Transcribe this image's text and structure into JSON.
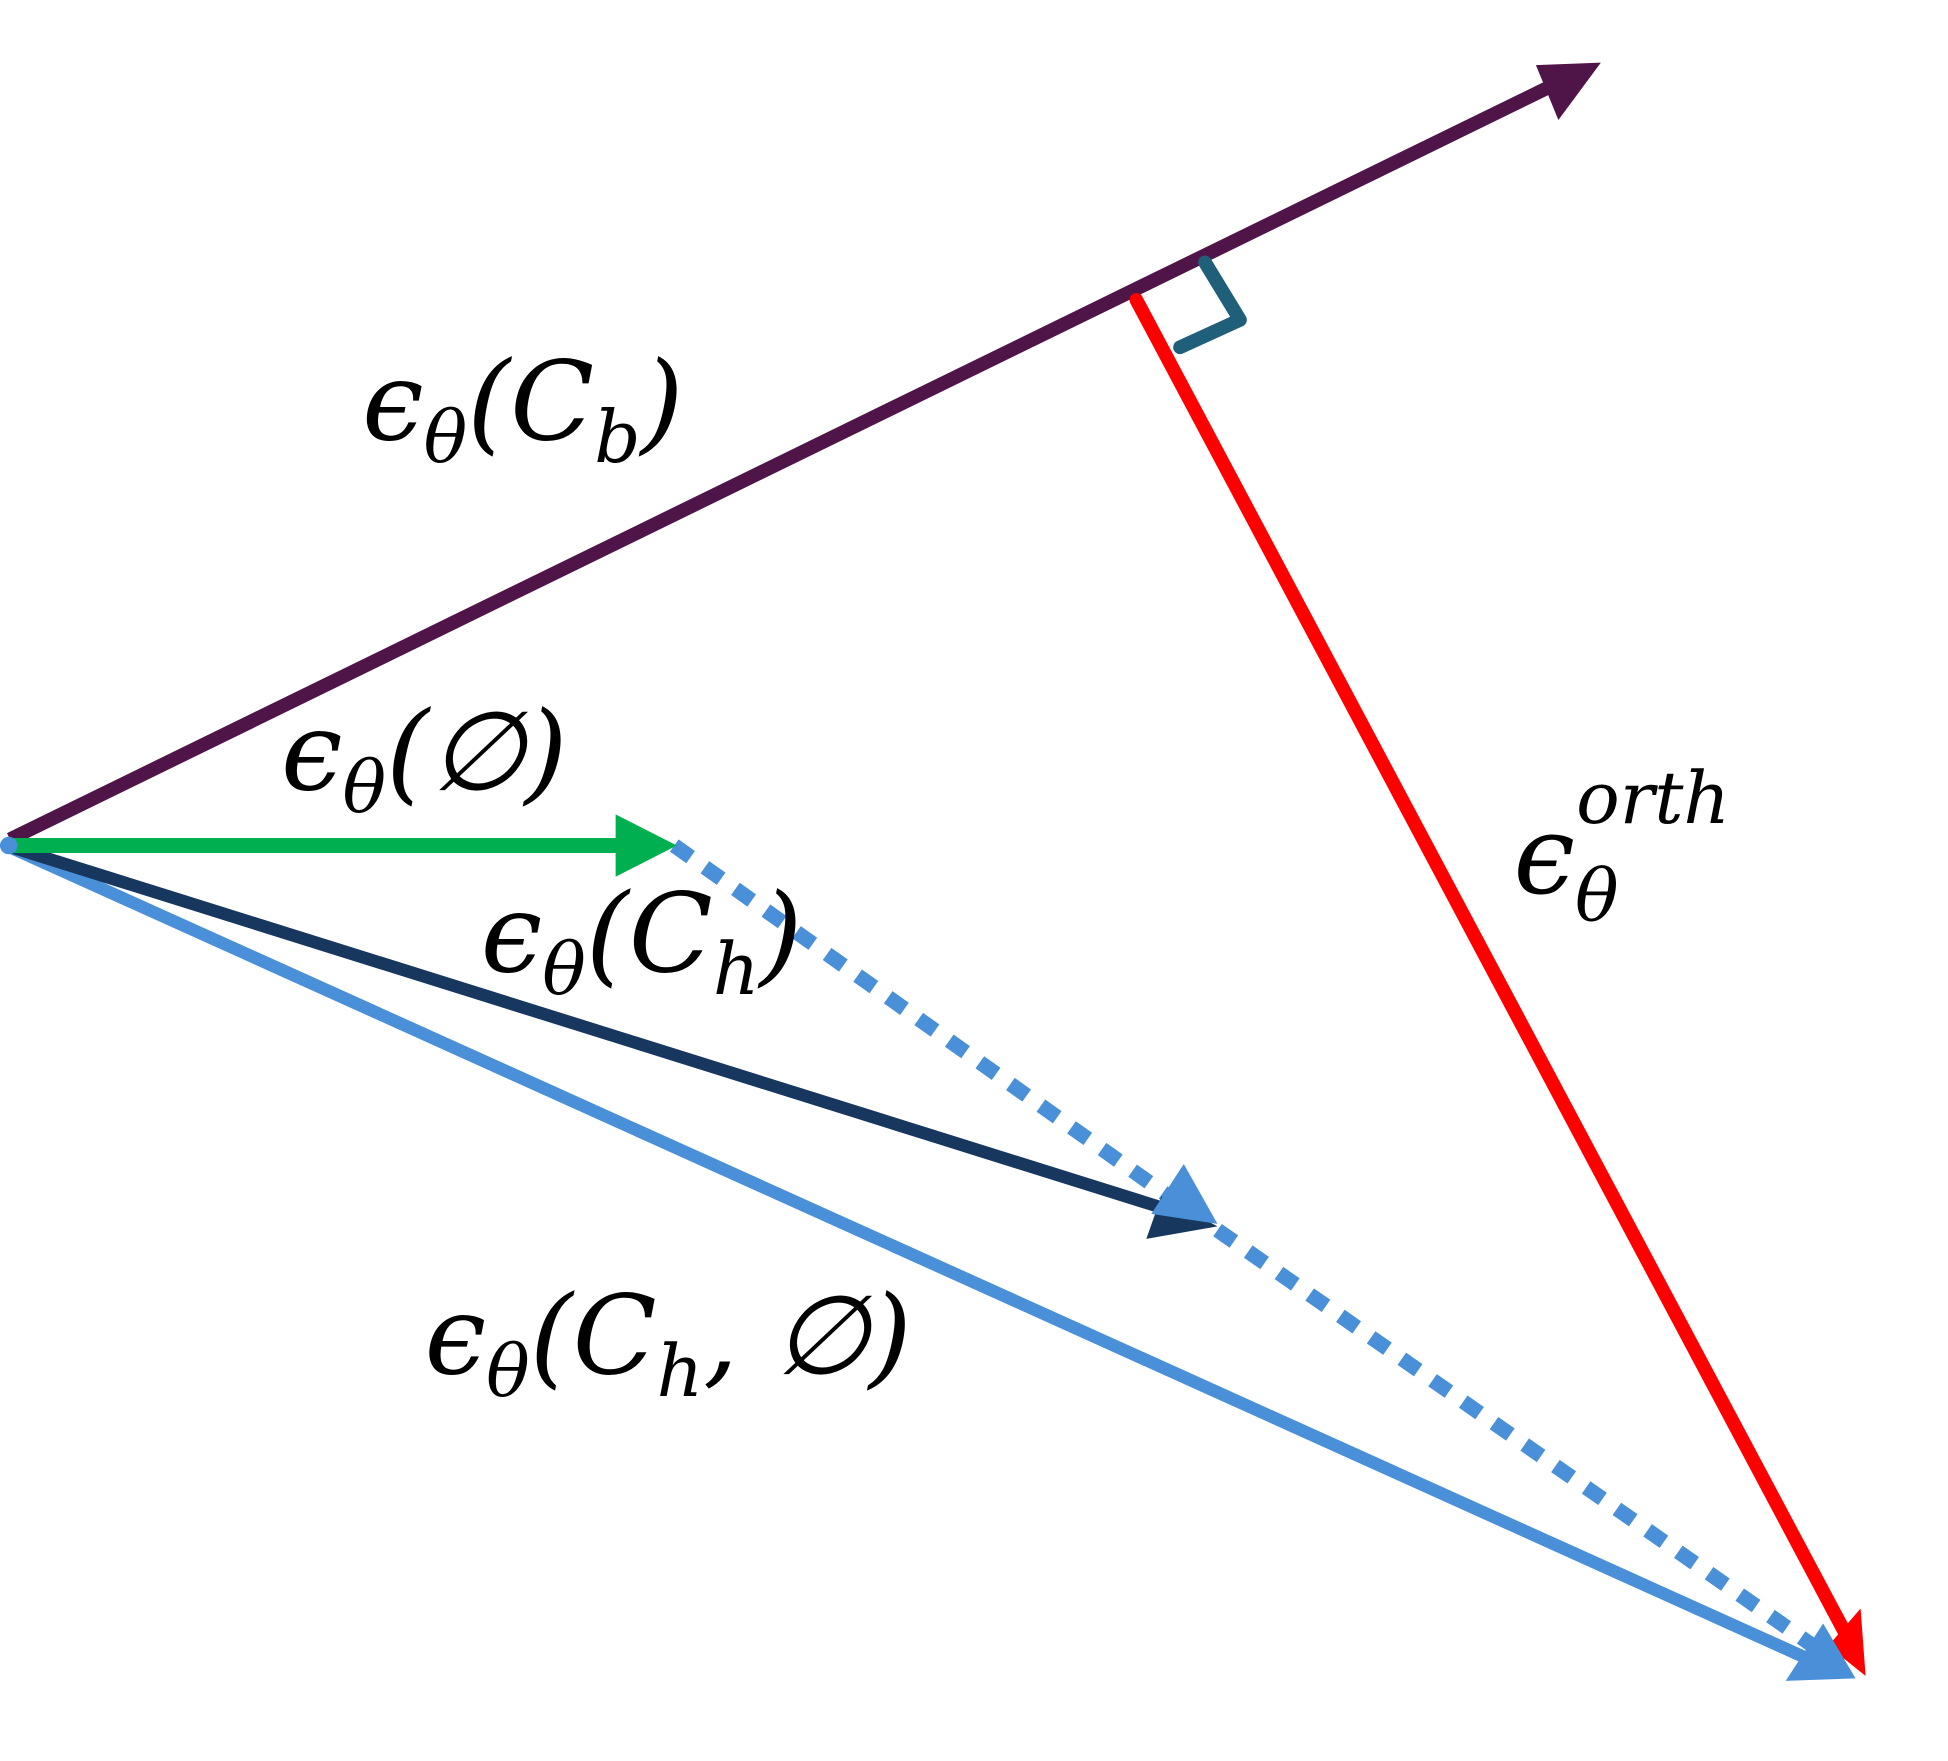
{
  "colors": {
    "cb": "#4f1548",
    "null": "#00b050",
    "ch": "#17375e",
    "ch_null": "#4a90d9",
    "orth": "#ff0000",
    "right_angle": "#1f5f7a"
  },
  "labels": {
    "cb": {
      "main": "ϵ",
      "sub": "θ",
      "arg": "(C",
      "argsub": "b",
      "close": ")"
    },
    "null": {
      "main": "ϵ",
      "sub": "θ",
      "arg": "(∅)"
    },
    "ch": {
      "main": "ϵ",
      "sub": "θ",
      "arg": "(C",
      "argsub": "h",
      "close": ")"
    },
    "orth": {
      "main": "ϵ",
      "sub": "θ",
      "sup": "orth"
    },
    "ch_null": {
      "main": "ϵ",
      "sub": "θ",
      "arg": "(C",
      "argsub": "h",
      "close": ", ∅)"
    }
  }
}
